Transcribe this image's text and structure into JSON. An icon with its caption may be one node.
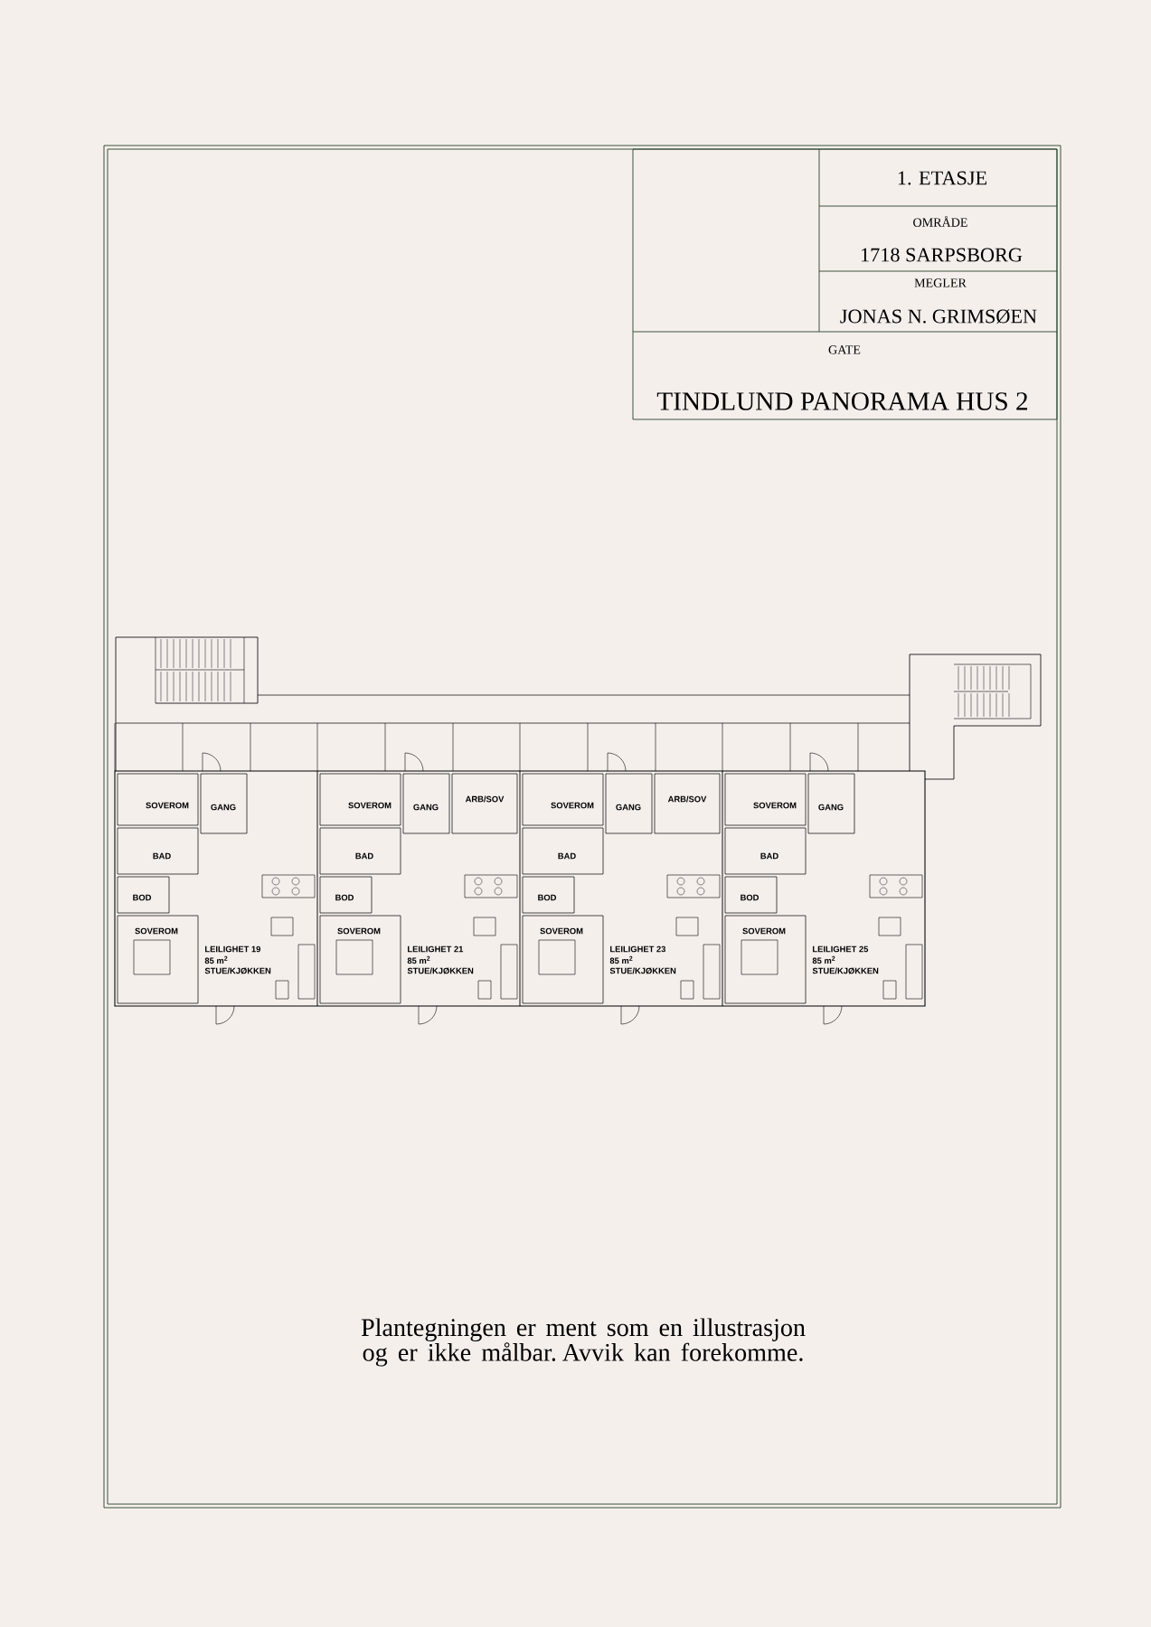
{
  "diagram": {
    "labels": [
      "1. ETASJE",
      "OMRÅDE",
      "1718 SARPSBORG",
      "MEGLER",
      "JONAS N. GRIMSØEN",
      "GATE",
      "TINDLUND PANORAMA HUS 2",
      "SOVEROM",
      "GANG",
      "BAD",
      "BOD",
      "SOVEROM",
      "LEILIGHET 19",
      "85 m$^{2}$",
      "STUE/KJØKKEN",
      "SOVEROM",
      "GANG",
      "ARB/SOV",
      "BAD",
      "BOD",
      "SOVEROM",
      "LEILIGHET 21",
      "85 m$^{2}$",
      "STUE/KJØKKEN",
      "SOVEROM",
      "GANG",
      "ARB/SOV",
      "BAD",
      "BOD",
      "SOVEROM",
      "LEILIGHET 23",
      "85 m$^{2}$",
      "STUE/KJØKKEN",
      "SOVEROM",
      "GANG",
      "BAD",
      "BOD",
      "SOVEROM",
      "LEILIGHET 25",
      "85 m$^{2}$",
      "STUE/KJØKKEN",
      "Plantegningen er ment som en illustrasjon og er ikke målbar. Avvik kan forekomme."
    ]
  }
}
